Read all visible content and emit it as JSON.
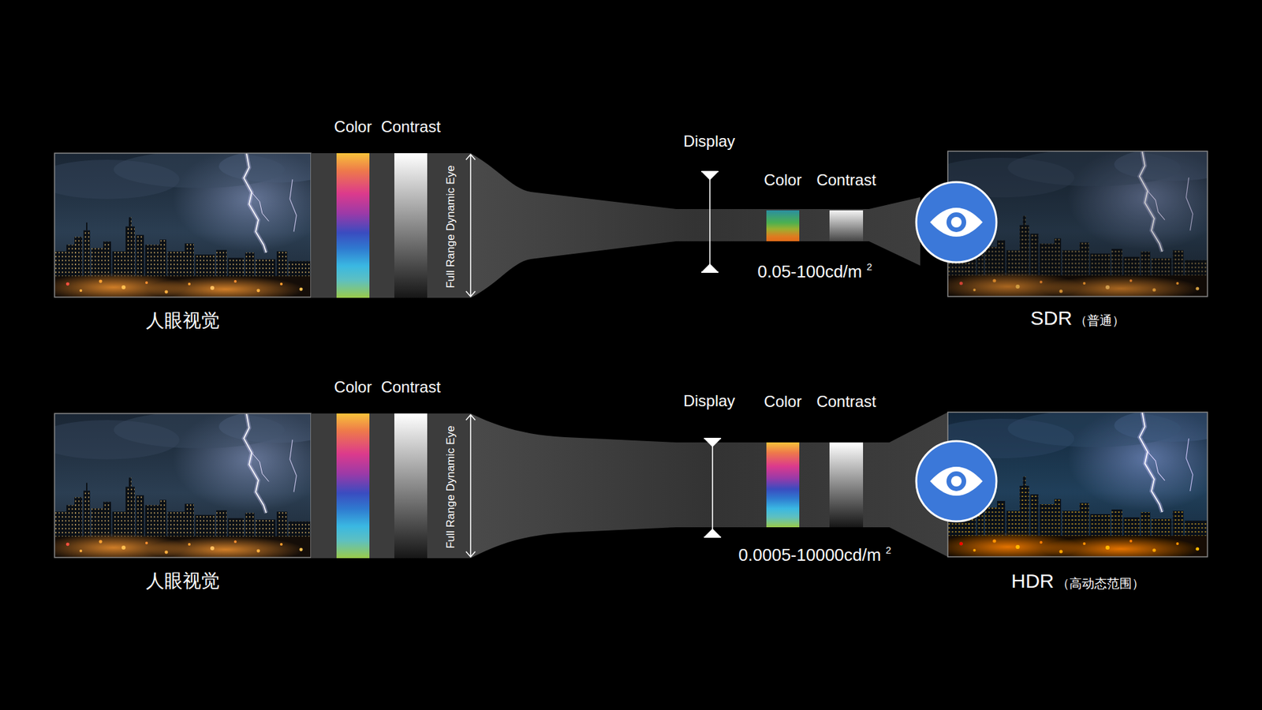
{
  "diagram": {
    "nodes": [
      {
        "text": [
          "人眼视觉"
        ]
      },
      {
        "text": [
          "Color"
        ]
      },
      {
        "text": [
          "Contrast"
        ]
      },
      {
        "text": [
          "Color"
        ]
      },
      {
        "text": [
          "Contrast"
        ]
      },
      {
        "text": [
          "SDR",
          "（普通）"
        ]
      },
      {
        "text": [
          "人眼视觉"
        ]
      },
      {
        "text": [
          "Color"
        ]
      },
      {
        "text": [
          "Contrast"
        ]
      },
      {
        "text": [
          "Color"
        ]
      },
      {
        "text": [
          "Contrast"
        ]
      },
      {
        "text": [
          "HDR",
          "（高动态范围）"
        ]
      }
    ],
    "labels": [
      "Full Range Dynamic Eye",
      "Display",
      "0.05-100cd/m",
      "2",
      "Full Range Dynamic Eye",
      "Display",
      "0.0005-10000cd/m",
      "2"
    ]
  }
}
